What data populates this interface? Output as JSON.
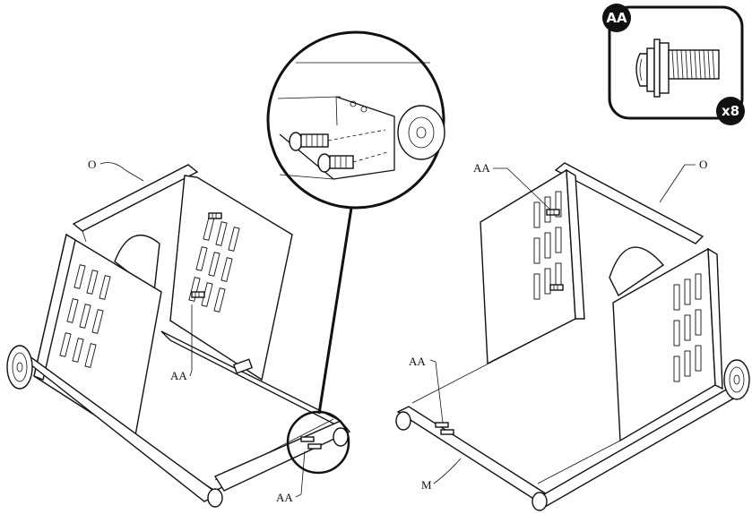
{
  "hardware_callout": {
    "code": "AA",
    "quantity": "x8"
  },
  "left_view": {
    "labels": {
      "frame_part": "O",
      "bolt_upper": "AA",
      "bolt_lower": "AA"
    }
  },
  "right_view": {
    "labels": {
      "frame_part": "O",
      "bolt_upper": "AA",
      "bolt_lower": "AA",
      "rail_part": "M"
    }
  },
  "colors": {
    "line": "#111111",
    "badge": "#111111",
    "background": "#ffffff"
  }
}
